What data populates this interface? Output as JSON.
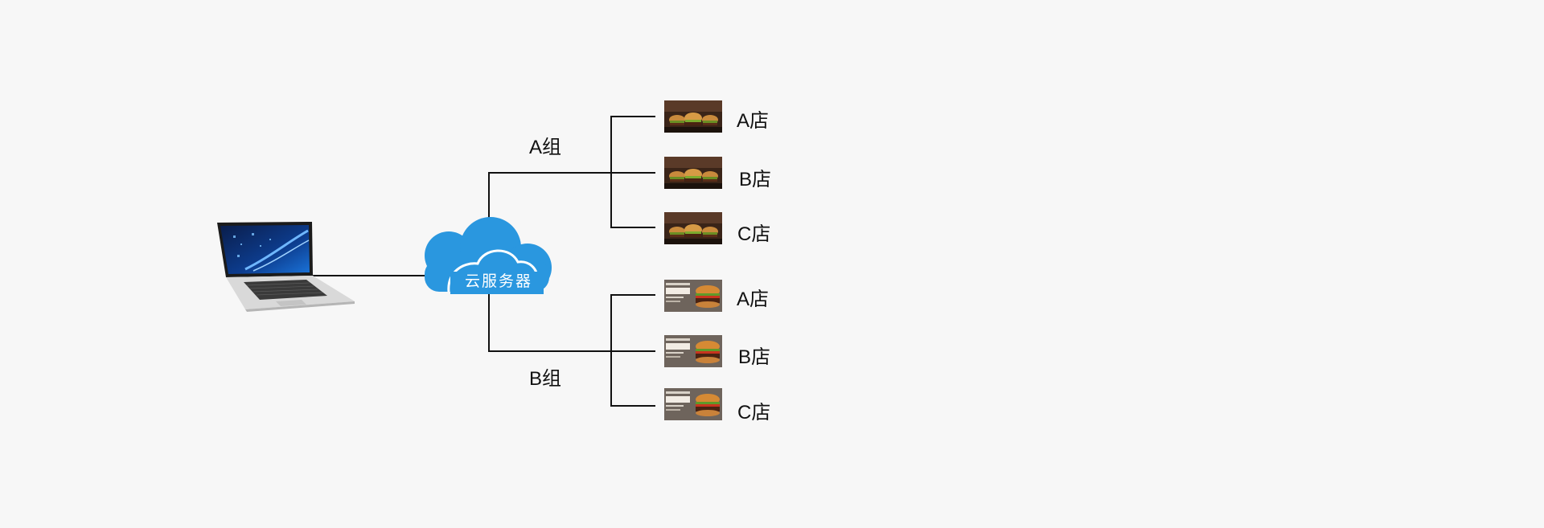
{
  "server": {
    "label": "云服务器",
    "color": "#2a97df",
    "icon": "cloud-icon"
  },
  "client": {
    "icon": "laptop-icon"
  },
  "groups": [
    {
      "label": "A组",
      "thumbnail_icon": "burger-banner-icon",
      "stores": [
        {
          "label": "A店"
        },
        {
          "label": "B店"
        },
        {
          "label": "C店"
        }
      ]
    },
    {
      "label": "B组",
      "thumbnail_icon": "deluxe-burger-banner-icon",
      "stores": [
        {
          "label": "A店"
        },
        {
          "label": "B店"
        },
        {
          "label": "C店"
        }
      ]
    }
  ],
  "colors": {
    "line": "#111111",
    "background": "#f7f7f7"
  }
}
